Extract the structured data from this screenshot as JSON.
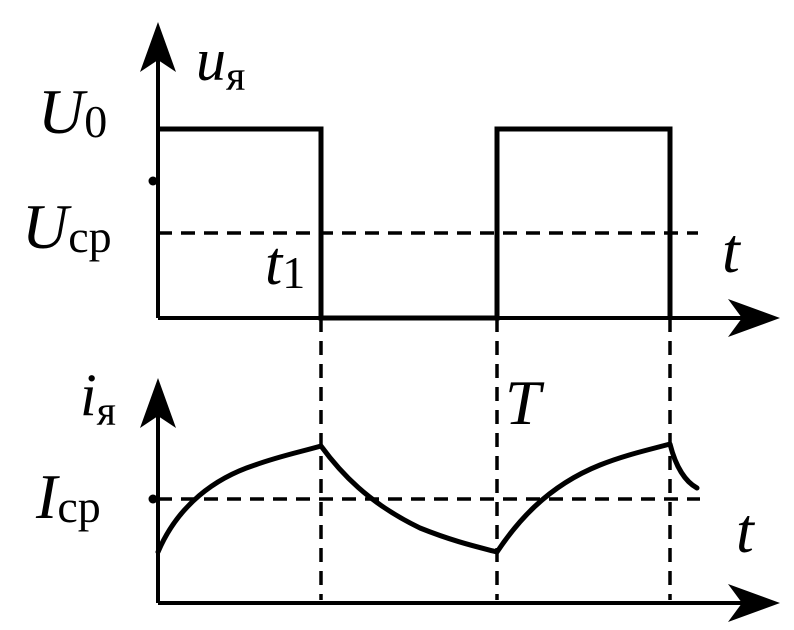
{
  "diagram": {
    "top_plot": {
      "y_axis_symbol": "u",
      "y_axis_subscript": "я",
      "x_axis_label": "t",
      "level_high_symbol": "U",
      "level_high_subscript": "0",
      "level_avg_symbol": "U",
      "level_avg_subscript": "ср",
      "switch_time_symbol": "t",
      "switch_time_subscript": "1"
    },
    "bottom_plot": {
      "y_axis_symbol": "i",
      "y_axis_subscript": "я",
      "x_axis_label": "t",
      "level_avg_symbol": "I",
      "level_avg_subscript": "ср",
      "period_label": "T"
    }
  }
}
